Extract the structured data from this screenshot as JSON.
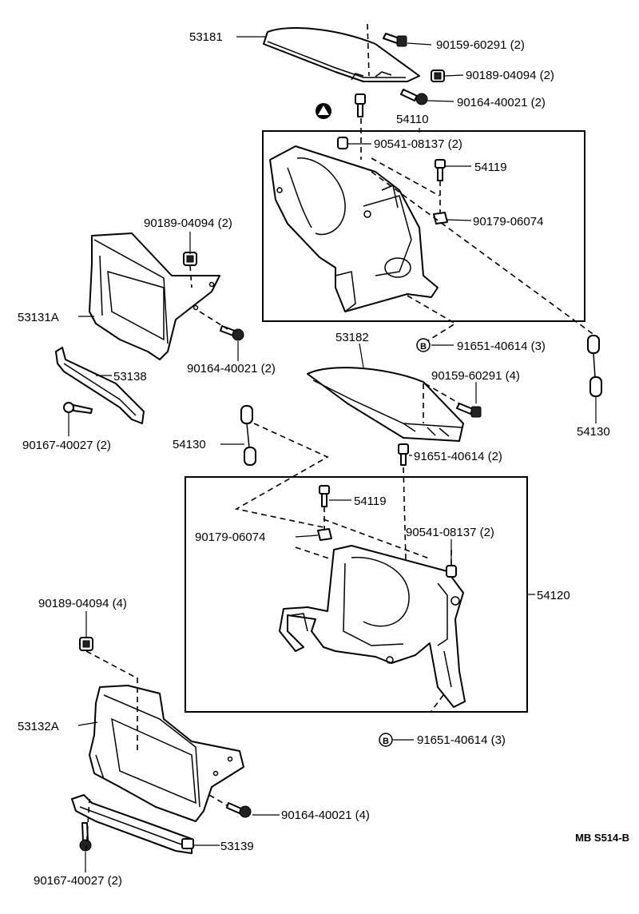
{
  "callouts": {
    "c53181": "53181",
    "c90159_a": "90159-60291 (2)",
    "c90189_a": "90189-04094 (2)",
    "c90164_a": "90164-40021 (2)",
    "c54110": "54110",
    "c90541_a": "90541-08137 (2)",
    "c54119_a": "54119",
    "c90179_a": "90179-06074",
    "c90189_b": "90189-04094 (2)",
    "c53131A": "53131A",
    "c90164_b": "90164-40021 (2)",
    "c53138": "53138",
    "c90167_a": "90167-40027 (2)",
    "c53182": "53182",
    "c91651_a": "91651-40614 (3)",
    "c90159_b": "90159-60291 (4)",
    "c54130_r": "54130",
    "c54130_l": "54130",
    "c91651_b": "91651-40614 (2)",
    "c54119_b": "54119",
    "c90179_b": "90179-06074",
    "c90541_b": "90541-08137 (2)",
    "c54120": "54120",
    "c90189_c": "90189-04094 (4)",
    "c53132A": "53132A",
    "c91651_c": "91651-40614 (3)",
    "c90164_c": "90164-40021 (4)",
    "c53139": "53139",
    "c90167_b": "90167-40027 (2)"
  },
  "markers": {
    "b_letter_1": "B",
    "b_letter_2": "B"
  },
  "footer": {
    "code": "MB  S514-B"
  }
}
